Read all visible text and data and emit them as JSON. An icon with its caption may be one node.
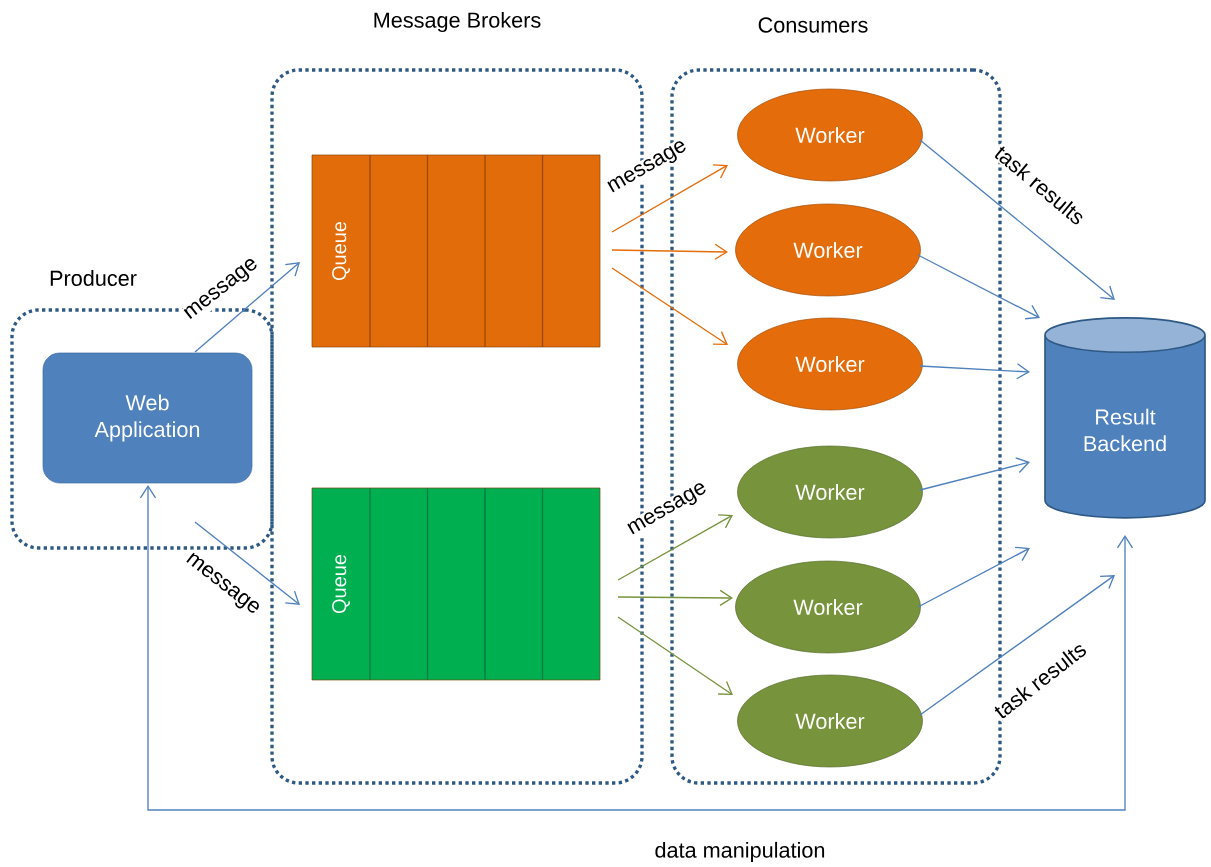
{
  "diagram": {
    "nodes": [
      {
        "text": [
          "Producer"
        ]
      },
      {
        "text": [
          "Web Application"
        ],
        "in": 0
      },
      {
        "text": [
          "Message Brokers"
        ]
      },
      {
        "text": [
          "Queue"
        ],
        "in": 2
      },
      {
        "text": [
          "Queue"
        ],
        "in": 2
      },
      {
        "text": [
          "Consumers"
        ]
      },
      {
        "text": [
          "Worker"
        ],
        "in": 5
      },
      {
        "text": [
          "Worker"
        ],
        "in": 5
      },
      {
        "text": [
          "Worker"
        ],
        "in": 5
      },
      {
        "text": [
          "Worker"
        ],
        "in": 5
      },
      {
        "text": [
          "Worker"
        ],
        "in": 5
      },
      {
        "text": [
          "Worker"
        ],
        "in": 5
      },
      {
        "text": [
          "Result Backend"
        ]
      }
    ],
    "edges": [
      {
        "from": 1,
        "to": 3,
        "arrow": "to",
        "label": "message"
      },
      {
        "from": 0,
        "to": 4,
        "arrow": "to",
        "label": "message"
      },
      {
        "from": 3,
        "to": 6,
        "arrow": "to",
        "label": "message",
        "color": "#e46c0a"
      },
      {
        "from": 3,
        "to": 7,
        "arrow": "to",
        "color": "#e46c0a"
      },
      {
        "from": 3,
        "to": 8,
        "arrow": "to",
        "color": "#e46c0a"
      },
      {
        "from": 4,
        "to": 9,
        "arrow": "to",
        "label": "message",
        "color": "#77933c"
      },
      {
        "from": 4,
        "to": 10,
        "arrow": "to",
        "color": "#77933c"
      },
      {
        "from": 4,
        "to": 11,
        "arrow": "to",
        "color": "#77933c"
      },
      {
        "from": 6,
        "to": 12,
        "arrow": "to",
        "label": "task results"
      },
      {
        "from": 7,
        "to": 12,
        "arrow": "to"
      },
      {
        "from": 8,
        "to": 12,
        "arrow": "to"
      },
      {
        "from": 9,
        "to": 12,
        "arrow": "to"
      },
      {
        "from": 10,
        "to": 12,
        "arrow": "to"
      },
      {
        "from": 11,
        "to": 12,
        "arrow": "to",
        "label": "task results"
      },
      {
        "from": 12,
        "to": 1,
        "arrow": "both",
        "label": "data manipulation"
      }
    ]
  }
}
